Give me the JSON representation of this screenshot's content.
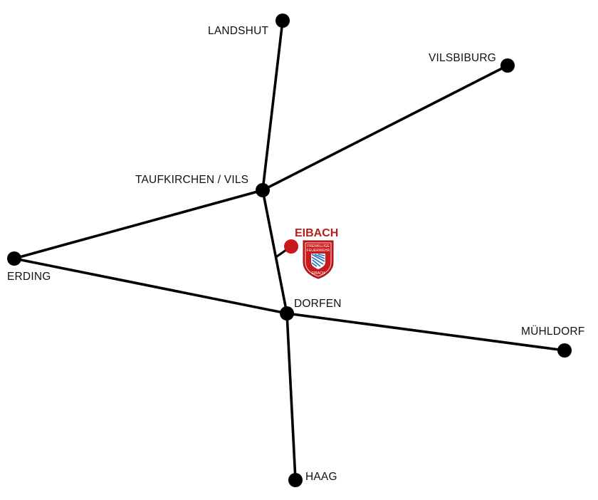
{
  "map": {
    "cities": [
      {
        "id": "landshut",
        "label": "LANDSHUT"
      },
      {
        "id": "vilsbiburg",
        "label": "VILSBIBURG"
      },
      {
        "id": "taufkirchen",
        "label": "TAUFKIRCHEN / VILS"
      },
      {
        "id": "erding",
        "label": "ERDING"
      },
      {
        "id": "dorfen",
        "label": "DORFEN"
      },
      {
        "id": "muehldorf",
        "label": "MÜHLDORF"
      },
      {
        "id": "haag",
        "label": "HAAG"
      }
    ],
    "highlight": {
      "label": "EIBACH",
      "color": "#c8191c",
      "emblem": {
        "icon": "fire-brigade-crest-icon",
        "line1": "FREIWILLIGE",
        "line2": "FEUERWEHR",
        "line3": "EIBACH"
      }
    },
    "road_color": "#000000"
  }
}
